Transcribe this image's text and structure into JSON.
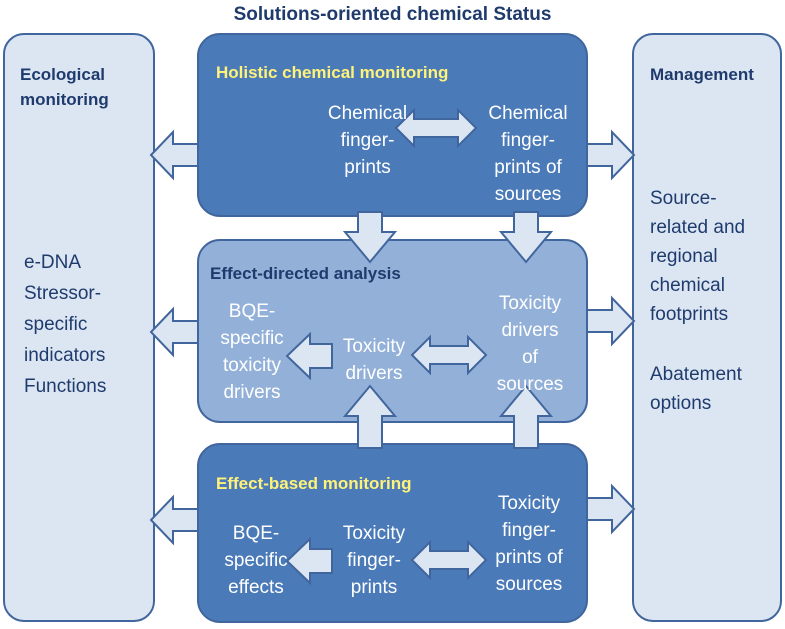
{
  "title": "Solutions-oriented chemical Status",
  "left_panel": {
    "title_line1": "Ecological",
    "title_line2": "monitoring",
    "items": [
      "e-DNA",
      "Stressor-",
      "specific",
      "indicators",
      "Functions"
    ]
  },
  "right_panel": {
    "title": "Management",
    "lines": [
      "Source-",
      "related and",
      "regional",
      "chemical",
      "footprints",
      "Abatement",
      "options"
    ]
  },
  "holistic": {
    "title": "Holistic chemical monitoring",
    "left_lines": [
      "Chemical",
      "finger-",
      "prints"
    ],
    "right_lines": [
      "Chemical",
      "finger-",
      "prints of",
      "sources"
    ]
  },
  "eda": {
    "title": "Effect-directed analysis",
    "left_lines": [
      "BQE-",
      "specific",
      "toxicity",
      "drivers"
    ],
    "mid_lines": [
      "Toxicity",
      "drivers"
    ],
    "right_lines": [
      "Toxicity",
      "drivers",
      "of",
      "sources"
    ]
  },
  "ebm": {
    "title": "Effect-based monitoring",
    "left_lines": [
      "BQE-",
      "specific",
      "effects"
    ],
    "mid_lines": [
      "Toxicity",
      "finger-",
      "prints"
    ],
    "right_lines": [
      "Toxicity",
      "finger-",
      "prints of",
      "sources"
    ]
  },
  "colors": {
    "dark_box": "#4a7ab8",
    "mid_box": "#93b1d8",
    "side_box": "#dce6f2",
    "border": "#41669d",
    "arrow_fill": "#dce6f2",
    "title_text": "#1f3b6e",
    "highlight_text": "#fff27a"
  }
}
